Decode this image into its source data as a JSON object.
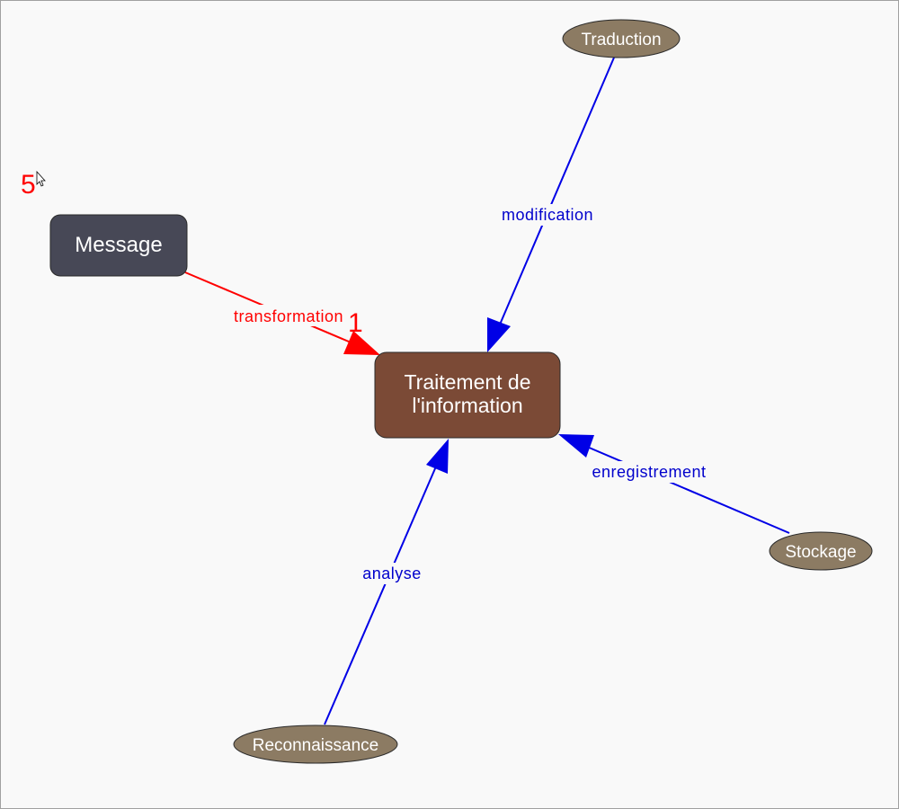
{
  "colors": {
    "background": "#f9f9f9",
    "message_fill": "#474856",
    "center_fill": "#7b4a36",
    "ellipse_fill": "#8c7b63",
    "red": "#ff0000",
    "blue": "#0000e6",
    "label_blue": "#0000cc"
  },
  "nodes": {
    "message": "Message",
    "center_line1": "Traitement de",
    "center_line2": "l'information",
    "traduction": "Traduction",
    "stockage": "Stockage",
    "reconnaissance": "Reconnaissance"
  },
  "edges": {
    "transformation": "transformation",
    "modification": "modification",
    "enregistrement": "enregistrement",
    "analyse": "analyse"
  },
  "markers": {
    "count": "5",
    "edge_count": "1"
  },
  "icons": [
    "mouse-cursor-icon"
  ]
}
